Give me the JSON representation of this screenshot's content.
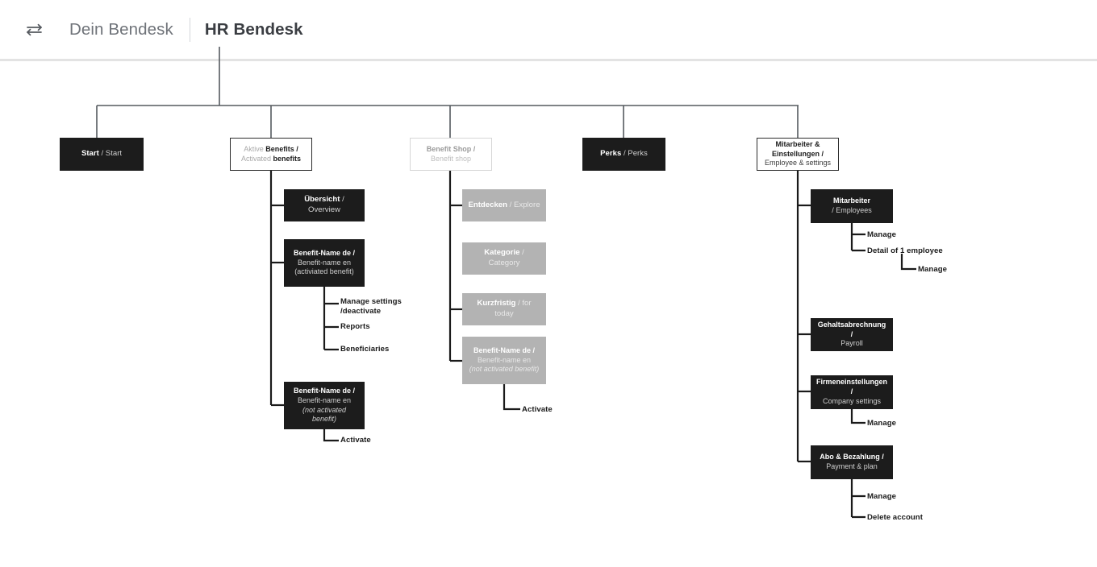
{
  "header": {
    "swap_icon": "swap-arrows-icon",
    "brand_muted": "Dein Bendesk",
    "brand_strong": "HR Bendesk"
  },
  "diagram": {
    "type": "sitemap-tree",
    "root_label": "HR Bendesk",
    "level1": [
      {
        "id": "start",
        "style": "dark",
        "main": "Start",
        "sep": " / ",
        "sub": "Start"
      },
      {
        "id": "aktive-benefits",
        "style": "outline",
        "line1_pre": "Aktive ",
        "line1_main": "Benefits /",
        "line2_pre": "Activated ",
        "line2_main": "benefits"
      },
      {
        "id": "benefit-shop",
        "style": "ghost",
        "line1": "Benefit Shop /",
        "line2": "Benefit shop"
      },
      {
        "id": "perks",
        "style": "dark",
        "main": "Perks",
        "sep": " / ",
        "sub": "Perks"
      },
      {
        "id": "mitarbeiter-einstellungen",
        "style": "outline",
        "line1": "Mitarbeiter  &",
        "line2": "Einstellungen /",
        "line3": "Employee & settings"
      }
    ],
    "branch_benefits": [
      {
        "id": "uebersicht",
        "style": "dark",
        "main": "Übersicht",
        "sep": " / ",
        "sub": "Overview"
      },
      {
        "id": "benefit-activated",
        "style": "dark",
        "line1": "Benefit-Name de /",
        "line2": "Benefit-name en",
        "line3": "(activiated benefit)",
        "children": [
          "Manage settings\n/deactivate",
          "Reports",
          "Beneficiaries"
        ]
      },
      {
        "id": "benefit-not-activated",
        "style": "dark",
        "line1": "Benefit-Name de /",
        "line2": "Benefit-name en",
        "line3": "(not activated benefit)",
        "children": [
          "Activate"
        ]
      }
    ],
    "branch_shop": [
      {
        "id": "entdecken",
        "style": "grey",
        "main": "Entdecken",
        "sep": " / ",
        "sub": "Explore"
      },
      {
        "id": "kategorie",
        "style": "grey",
        "main": "Kategorie",
        "sep": " / ",
        "sub": "Category"
      },
      {
        "id": "kurzfristig",
        "style": "grey",
        "main": "Kurzfristig",
        "sep": " / ",
        "sub": "for today"
      },
      {
        "id": "shop-benefit-not-activated",
        "style": "grey",
        "line1": "Benefit-Name de /",
        "line2": "Benefit-name en",
        "line3": "(not activated benefit)",
        "children": [
          "Activate"
        ]
      }
    ],
    "branch_employee": [
      {
        "id": "mitarbeiter",
        "style": "dark",
        "line1": "Mitarbeiter",
        "line2": "/ Employees",
        "children": [
          "Manage",
          "Detail of 1 employee"
        ],
        "grandchild": "Manage"
      },
      {
        "id": "gehaltsabrechnung",
        "style": "dark",
        "line1": "Gehaltsabrechnung /",
        "line2": "Payroll"
      },
      {
        "id": "firmeneinstellungen",
        "style": "dark",
        "line1": "Firmeneinstellungen /",
        "line2": "Company settings",
        "children": [
          "Manage"
        ]
      },
      {
        "id": "abo-bezahlung",
        "style": "dark",
        "line1": "Abo & Bezahlung /",
        "line2": "Payment & plan",
        "children": [
          "Manage",
          "Delete account"
        ]
      }
    ]
  },
  "colors": {
    "node_dark": "#1c1c1c",
    "node_grey": "#b3b3b3",
    "ghost_border": "#d6d6d6",
    "connector": "#1a1a1a",
    "trunk": "#555a5f",
    "header_rule": "#e3e3e3"
  }
}
